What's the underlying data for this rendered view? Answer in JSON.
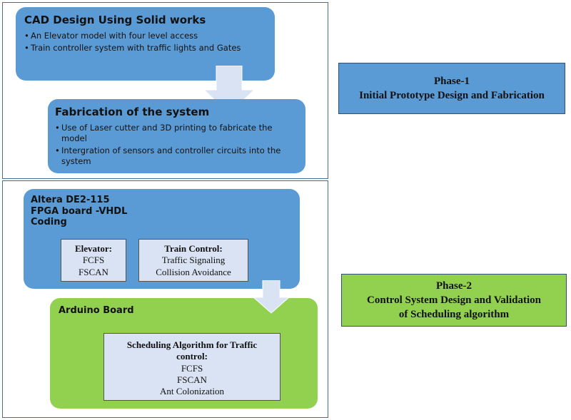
{
  "phase1": {
    "title": "Phase-1",
    "subtitle": "Initial Prototype Design and Fabrication",
    "cad": {
      "title": "CAD Design Using Solid works",
      "items": [
        "An Elevator model with four level access",
        "Train controller system with traffic lights and Gates"
      ]
    },
    "fabrication": {
      "title": "Fabrication of the system",
      "items": [
        "Use of Laser cutter and 3D printing to fabricate the model",
        "Intergration of sensors and controller circuits into the system"
      ]
    }
  },
  "phase2": {
    "title": "Phase-2",
    "subtitle_line1": "Control System Design and Validation",
    "subtitle_line2": "of Scheduling algorithm",
    "altera": {
      "title_line1": "Altera DE2-115",
      "title_line2": "FPGA board -VHDL",
      "title_line3": "Coding",
      "elevator": {
        "title": "Elevator:",
        "items": [
          "FCFS",
          "FSCAN"
        ]
      },
      "train": {
        "title": "Train Control:",
        "items": [
          "Traffic Signaling",
          "Collision Avoidance"
        ]
      }
    },
    "arduino": {
      "title": "Arduino Board",
      "scheduling": {
        "title_line1": "Scheduling Algorithm for Traffic",
        "title_line2": "control:",
        "items": [
          "FCFS",
          "FSCAN",
          "Ant Colonization"
        ]
      }
    }
  },
  "colors": {
    "blue_box": "#5b9bd5",
    "green_box": "#92d050",
    "inner_box": "#dae3f3",
    "arrow": "#dae3f3"
  }
}
